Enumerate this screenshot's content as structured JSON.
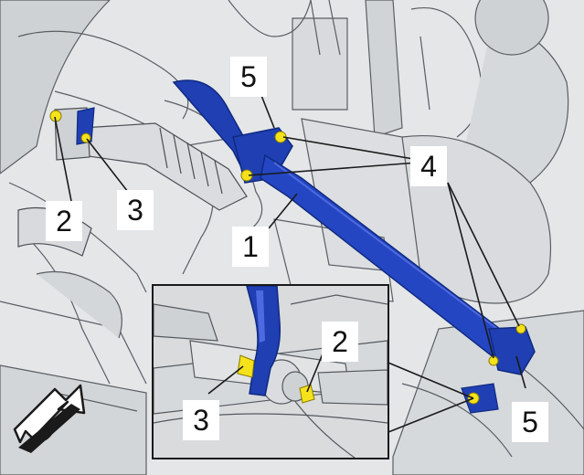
{
  "callouts": {
    "c1": "1",
    "c2_left": "2",
    "c2_inset": "2",
    "c3_left": "3",
    "c3_inset": "3",
    "c4": "4",
    "c5_top": "5",
    "c5_bottom": "5"
  },
  "colors": {
    "bar": "#1f3fb3",
    "bar_shadow": "#102a80",
    "fastener": "#f5e21a",
    "linework": "#5a5e63",
    "background": "#e4e6e8"
  },
  "icons": {
    "direction": "forward-arrow-icon"
  }
}
